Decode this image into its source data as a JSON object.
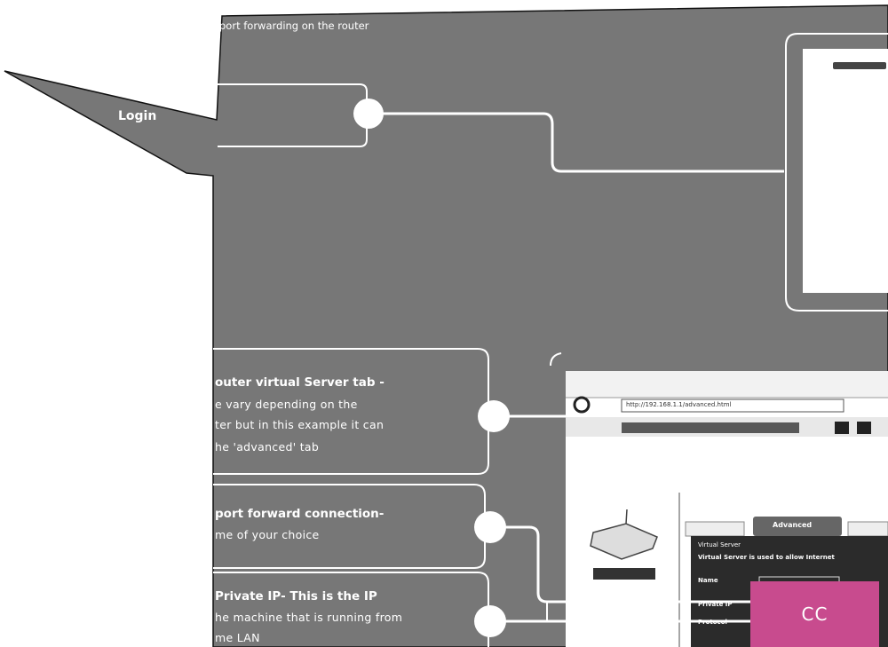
{
  "top_caption": "port forwarding on the router",
  "login": {
    "label": "Login"
  },
  "step_router_tab": {
    "title": "outer virtual Server tab -",
    "lines": [
      "e   vary depending on the",
      "ter  but in this example it can",
      "he 'advanced' tab"
    ]
  },
  "step_port_forward": {
    "title": "port forward connection-",
    "lines": [
      "me of your choice"
    ]
  },
  "step_private_ip": {
    "title": "Private IP- This is the IP",
    "lines": [
      "he machine that is running from",
      "me LAN"
    ]
  },
  "screenshot": {
    "address": "http://192.168.1.1/advanced.html",
    "tab_advanced": "Advanced",
    "section_title": "Virtual Server",
    "section_desc": "Virtual Server is used to allow Internet",
    "field_labels": [
      "Name",
      "Private IP",
      "Protocol"
    ]
  },
  "cc_button": {
    "label": "CC"
  },
  "colors": {
    "panel": "#777777",
    "line": "#ffffff",
    "cc": "#c84b8e"
  }
}
